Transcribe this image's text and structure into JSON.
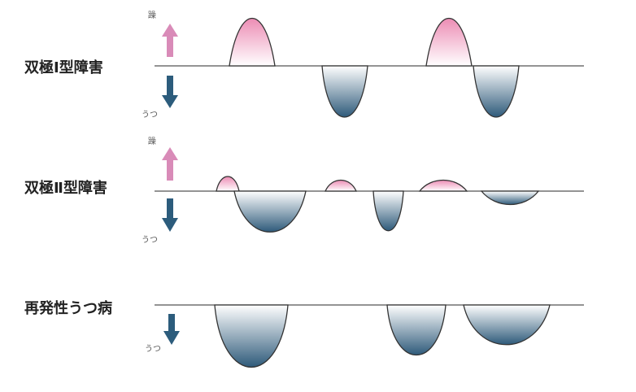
{
  "colors": {
    "mania": "#d98bb8",
    "mania_fill": "#ec8cb4",
    "depression": "#2c5c7c",
    "depression_fill": "#2e5a7a",
    "baseline": "#555555"
  },
  "labels": {
    "mania": "躁",
    "depression": "うつ"
  },
  "rows": [
    {
      "id": "bipolar-1",
      "title": "双極Ⅰ型障害",
      "has_mania": true,
      "episodes": [
        {
          "kind": "mania",
          "level": 0.62
        },
        {
          "kind": "depression",
          "level": 0.62
        },
        {
          "kind": "mania",
          "level": 0.62
        },
        {
          "kind": "depression",
          "level": 0.62
        }
      ]
    },
    {
      "id": "bipolar-2",
      "title": "双極Ⅱ型障害",
      "has_mania": true,
      "episodes": [
        {
          "kind": "mania",
          "level": 0.16
        },
        {
          "kind": "depression",
          "level": 0.47
        },
        {
          "kind": "mania",
          "level": 0.12
        },
        {
          "kind": "depression",
          "level": 0.47
        },
        {
          "kind": "mania",
          "level": 0.12
        },
        {
          "kind": "depression",
          "level": 0.15
        }
      ]
    },
    {
      "id": "recurrent-depression",
      "title": "再発性うつ病",
      "has_mania": false,
      "episodes": [
        {
          "kind": "depression",
          "level": 0.78
        },
        {
          "kind": "depression",
          "level": 0.6
        },
        {
          "kind": "depression",
          "level": 0.5
        }
      ]
    }
  ]
}
